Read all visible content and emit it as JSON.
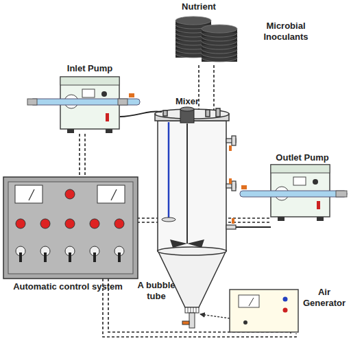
{
  "diagram": {
    "labels": [
      "Nutrient",
      "Microbial Inoculants",
      "Inlet Pump",
      "Mixer",
      "Outlet Pump",
      "Automatic control system",
      "A bubble tube",
      "Air Generator"
    ]
  }
}
